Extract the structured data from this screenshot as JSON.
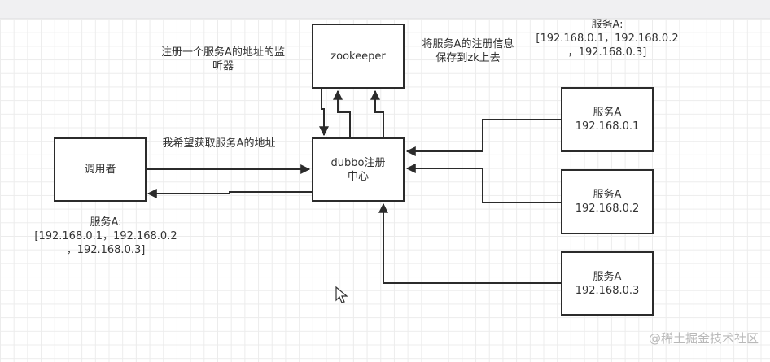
{
  "nodes": {
    "zookeeper": {
      "lines": [
        "zookeeper"
      ]
    },
    "dubbo": {
      "lines": [
        "dubbo注册",
        "中心"
      ]
    },
    "caller": {
      "lines": [
        "调用者"
      ]
    },
    "services": [
      {
        "name": "服务A",
        "ip": "192.168.0.1"
      },
      {
        "name": "服务A",
        "ip": "192.168.0.2"
      },
      {
        "name": "服务A",
        "ip": "192.168.0.3"
      }
    ]
  },
  "annotations": {
    "listener": [
      "注册一个服务A的地址的监",
      "听器"
    ],
    "save_to_zk": [
      "将服务A的注册信息",
      "保存到zk上去"
    ],
    "zk_service_list": [
      "服务A:",
      "[192.168.0.1，192.168.0.2",
      "，192.168.0.3]"
    ],
    "caller_request": [
      "我希望获取服务A的地址"
    ],
    "caller_service_list": [
      "服务A:",
      "[192.168.0.1，192.168.0.2",
      "，192.168.0.3]"
    ]
  },
  "watermark": "@稀土掘金技术社区",
  "colors": {
    "stroke": "#2b2b2b",
    "text": "#333333",
    "grid": "#ececec",
    "watermark": "#b9b9b9"
  },
  "cursor_icon": "arrow-pointer"
}
